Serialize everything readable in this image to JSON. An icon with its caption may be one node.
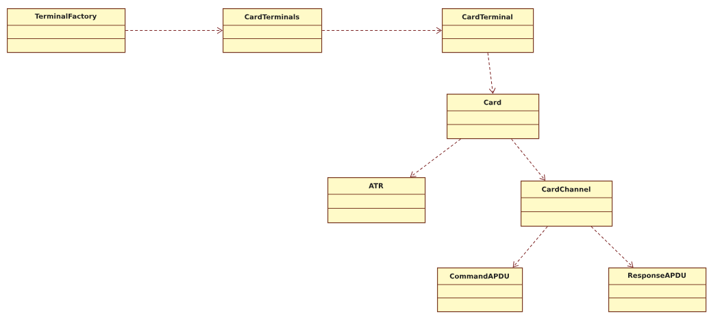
{
  "diagram": {
    "nodes": [
      {
        "text": [
          "TerminalFactory"
        ]
      },
      {
        "text": [
          "CardTerminals"
        ]
      },
      {
        "text": [
          "CardTerminal"
        ]
      },
      {
        "text": [
          "Card"
        ]
      },
      {
        "text": [
          "ATR"
        ]
      },
      {
        "text": [
          "CardChannel"
        ]
      },
      {
        "text": [
          "CommandAPDU"
        ]
      },
      {
        "text": [
          "ResponseAPDU"
        ]
      }
    ],
    "edges": [
      {
        "from": 0,
        "to": 1,
        "arrow": "to",
        "style": "dashed"
      },
      {
        "from": 1,
        "to": 2,
        "arrow": "to",
        "style": "dashed"
      },
      {
        "from": 2,
        "to": 3,
        "arrow": "to",
        "style": "dashed"
      },
      {
        "from": 3,
        "to": 4,
        "arrow": "to",
        "style": "dashed"
      },
      {
        "from": 3,
        "to": 5,
        "arrow": "to",
        "style": "dashed"
      },
      {
        "from": 5,
        "to": 6,
        "arrow": "to",
        "style": "dashed"
      },
      {
        "from": 5,
        "to": 7,
        "arrow": "to",
        "style": "dashed"
      }
    ]
  }
}
